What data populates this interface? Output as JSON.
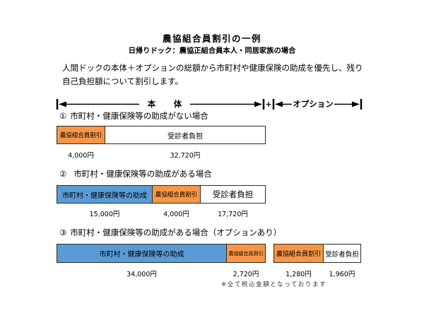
{
  "title": "農協組合員割引の一例",
  "subtitle": "日帰りドック：農協正組合員本人・同居家族の場合",
  "description": [
    "人間ドックの本体＋オプションの総額から市町村や健康保険の助成を優先し、残り",
    "自己負担額について割引します。"
  ],
  "scale": {
    "main_label": "本　体",
    "plus": "+",
    "option_label": "オプション"
  },
  "colors": {
    "subsidy": "#5B9BD5",
    "discount": "#F79646",
    "patient": "#FFFFFF"
  },
  "cases": [
    {
      "number": "①",
      "heading": "市町村・健康保険等の助成がない場合",
      "segments": [
        {
          "label": "農協組合員割引",
          "amount": "4,000円"
        },
        {
          "label": "受診者負担",
          "amount": "32,720円"
        }
      ]
    },
    {
      "number": "②",
      "heading": "市町村・健康保険等の助成がある場合",
      "segments": [
        {
          "label": "市町村・健康保険等の助成",
          "amount": "15,000円"
        },
        {
          "label": "農協組合員割引",
          "amount": "4,000円"
        },
        {
          "label": "受診者負担",
          "amount": "17,720円"
        }
      ]
    },
    {
      "number": "③",
      "heading": "市町村・健康保険等の助成がある場合（オプションあり）",
      "segments": [
        {
          "label": "市町村・健康保険等の助成",
          "amount": "34,000円"
        },
        {
          "label": "農協組合員割引",
          "amount": "2,720円"
        }
      ],
      "option_segments": [
        {
          "label": "農協組合員割引",
          "amount": "1,280円"
        },
        {
          "label": "受診者負担",
          "amount": "1,960円"
        }
      ]
    }
  ],
  "note": "※全て税込金額となっております"
}
